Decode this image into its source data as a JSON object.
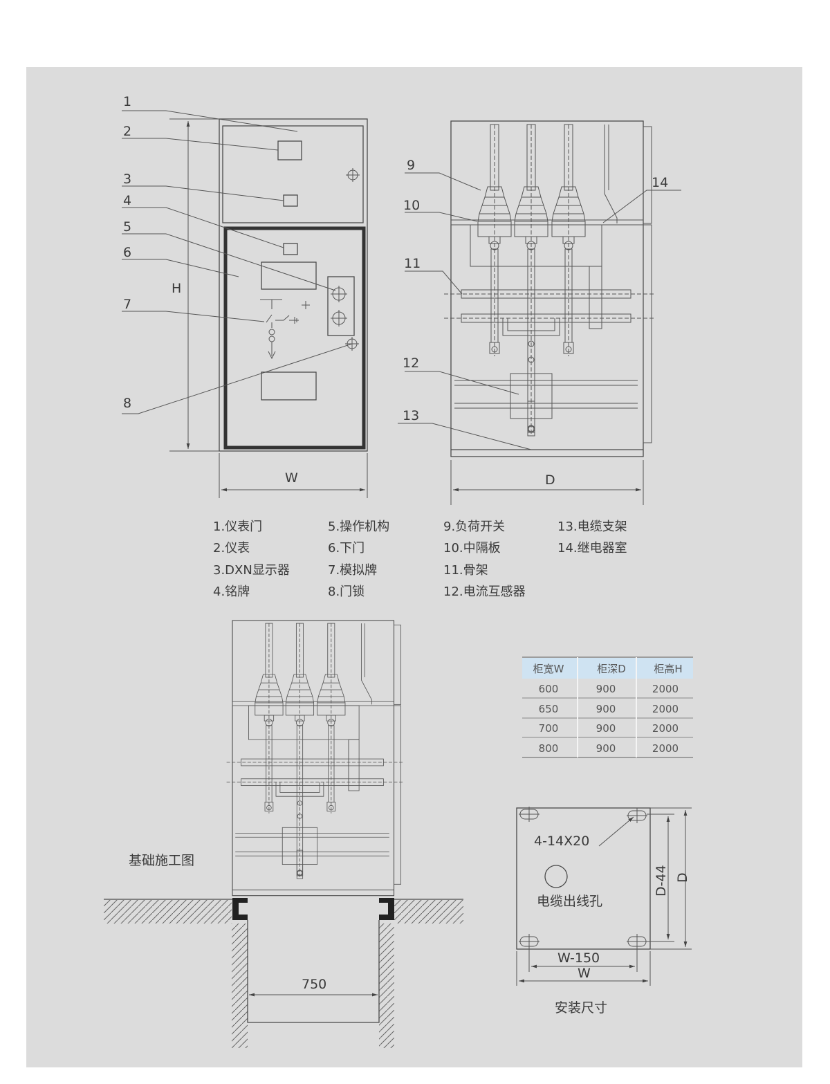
{
  "front_view": {
    "callouts": [
      "1",
      "2",
      "3",
      "4",
      "5",
      "6",
      "7",
      "8"
    ],
    "dim_height": "H",
    "dim_width": "W"
  },
  "side_view": {
    "callouts": [
      "9",
      "10",
      "11",
      "12",
      "13",
      "14"
    ],
    "dim_depth": "D"
  },
  "legend": [
    "1.仪表门",
    "2.仪表",
    "3.DXN显示器",
    "4.铭牌",
    "5.操作机构",
    "6.下门",
    "7.模拟牌",
    "8.门锁",
    "9.负荷开关",
    "10.中隔板",
    "11.骨架",
    "12.电流互感器",
    "13.电缆支架",
    "14.继电器室"
  ],
  "dimension_table": {
    "headers": [
      "柜宽W",
      "柜深D",
      "柜高H"
    ],
    "rows": [
      [
        "600",
        "900",
        "2000"
      ],
      [
        "650",
        "900",
        "2000"
      ],
      [
        "700",
        "900",
        "2000"
      ],
      [
        "800",
        "900",
        "2000"
      ]
    ],
    "header_color": "#cfe3f2"
  },
  "foundation": {
    "title": "基础施工图",
    "pit_width": "750"
  },
  "installation": {
    "title": "安装尺寸",
    "slot_label": "4-14X20",
    "cable_hole_label": "电缆出线孔",
    "dim_inner_depth": "D-44",
    "dim_depth": "D",
    "dim_inner_width": "W-150",
    "dim_width": "W"
  }
}
